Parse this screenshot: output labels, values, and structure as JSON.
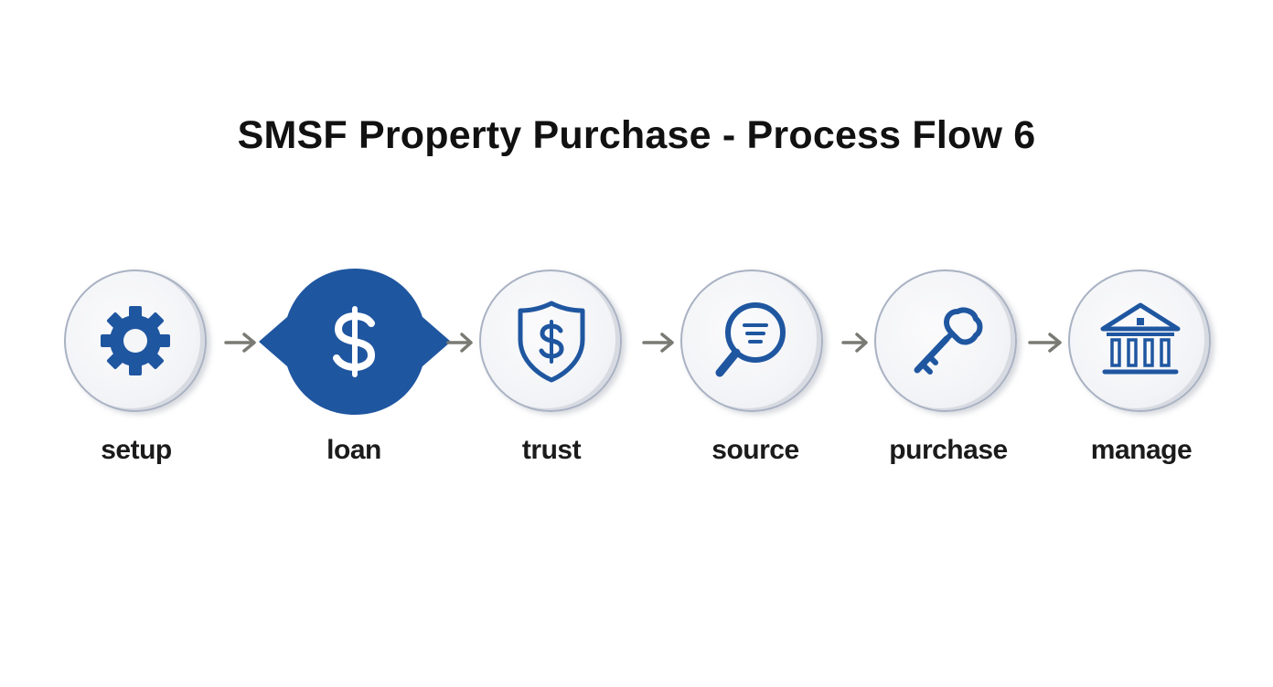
{
  "title": "SMSF Property Purchase - Process Flow 6",
  "colors": {
    "accent": "#1f56a0",
    "arrow": "#7a7a74",
    "circle_border": "#a9b2c3"
  },
  "steps": [
    {
      "label": "setup",
      "icon": "gear-icon"
    },
    {
      "label": "loan",
      "icon": "dollar-icon"
    },
    {
      "label": "trust",
      "icon": "shield-dollar-icon"
    },
    {
      "label": "source",
      "icon": "magnifier-icon"
    },
    {
      "label": "purchase",
      "icon": "key-icon"
    },
    {
      "label": "manage",
      "icon": "bank-icon"
    }
  ]
}
